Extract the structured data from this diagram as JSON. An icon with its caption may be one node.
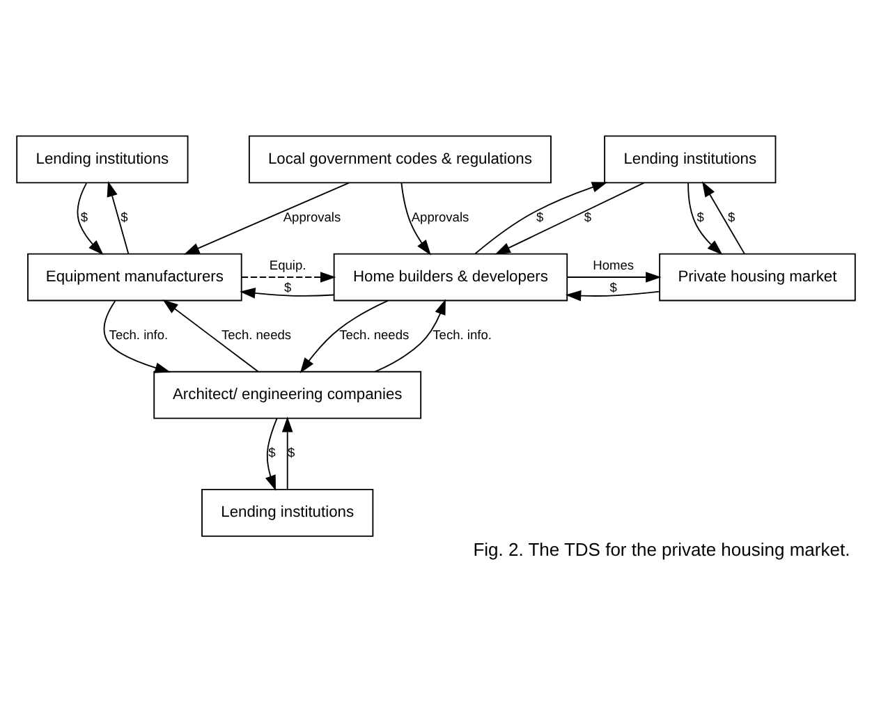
{
  "diagram": {
    "caption": "Fig. 2. The TDS for the private housing market.",
    "nodes": [
      {
        "text": [
          "Local government codes & regulations"
        ]
      },
      {
        "text": [
          "Lending institutions"
        ]
      },
      {
        "text": [
          "Lending institutions"
        ]
      },
      {
        "text": [
          "Equipment manufacturers"
        ]
      },
      {
        "text": [
          "Home builders & developers"
        ]
      },
      {
        "text": [
          "Private housing market"
        ]
      },
      {
        "text": [
          "Architect/ engineering companies"
        ]
      },
      {
        "text": [
          "Lending institutions"
        ]
      }
    ],
    "edges": [
      {
        "from": 0,
        "to": 3,
        "arrow": "to",
        "label": "Approvals"
      },
      {
        "from": 0,
        "to": 4,
        "arrow": "to",
        "label": "Approvals"
      },
      {
        "from": 1,
        "to": 3,
        "arrow": "to",
        "label": "$"
      },
      {
        "from": 3,
        "to": 1,
        "arrow": "to",
        "label": "$"
      },
      {
        "from": 3,
        "to": 4,
        "arrow": "to",
        "label": "Equip.",
        "style": "dashed"
      },
      {
        "from": 4,
        "to": 3,
        "arrow": "to",
        "label": "$"
      },
      {
        "from": 2,
        "to": 4,
        "arrow": "to",
        "label": "$"
      },
      {
        "from": 4,
        "to": 2,
        "arrow": "to",
        "label": "$"
      },
      {
        "from": 2,
        "to": 5,
        "arrow": "to",
        "label": "$"
      },
      {
        "from": 5,
        "to": 2,
        "arrow": "to",
        "label": "$"
      },
      {
        "from": 4,
        "to": 5,
        "arrow": "to",
        "label": "Homes"
      },
      {
        "from": 5,
        "to": 4,
        "arrow": "to",
        "label": "$"
      },
      {
        "from": 3,
        "to": 6,
        "arrow": "to",
        "label": "Tech. info."
      },
      {
        "from": 6,
        "to": 3,
        "arrow": "to",
        "label": "Tech. needs"
      },
      {
        "from": 6,
        "to": 4,
        "arrow": "to",
        "label": "Tech. info."
      },
      {
        "from": 4,
        "to": 6,
        "arrow": "to",
        "label": "Tech. needs"
      },
      {
        "from": 7,
        "to": 6,
        "arrow": "to",
        "label": "$"
      },
      {
        "from": 6,
        "to": 7,
        "arrow": "to",
        "label": "$"
      }
    ]
  }
}
